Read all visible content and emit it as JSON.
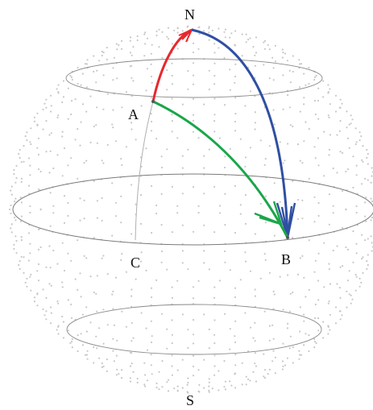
{
  "labels": {
    "north": "N",
    "south": "S",
    "a": "A",
    "b": "B",
    "c": "C"
  },
  "colors": {
    "background": "#ffffff",
    "dots": "#c8c8c8",
    "grid_lines": "#8a8a8a",
    "meridian": "#b0b0b0",
    "red_path": "#e8282c",
    "blue_path": "#2f4fa3",
    "green_path": "#1aa64a",
    "text": "#111111"
  }
}
